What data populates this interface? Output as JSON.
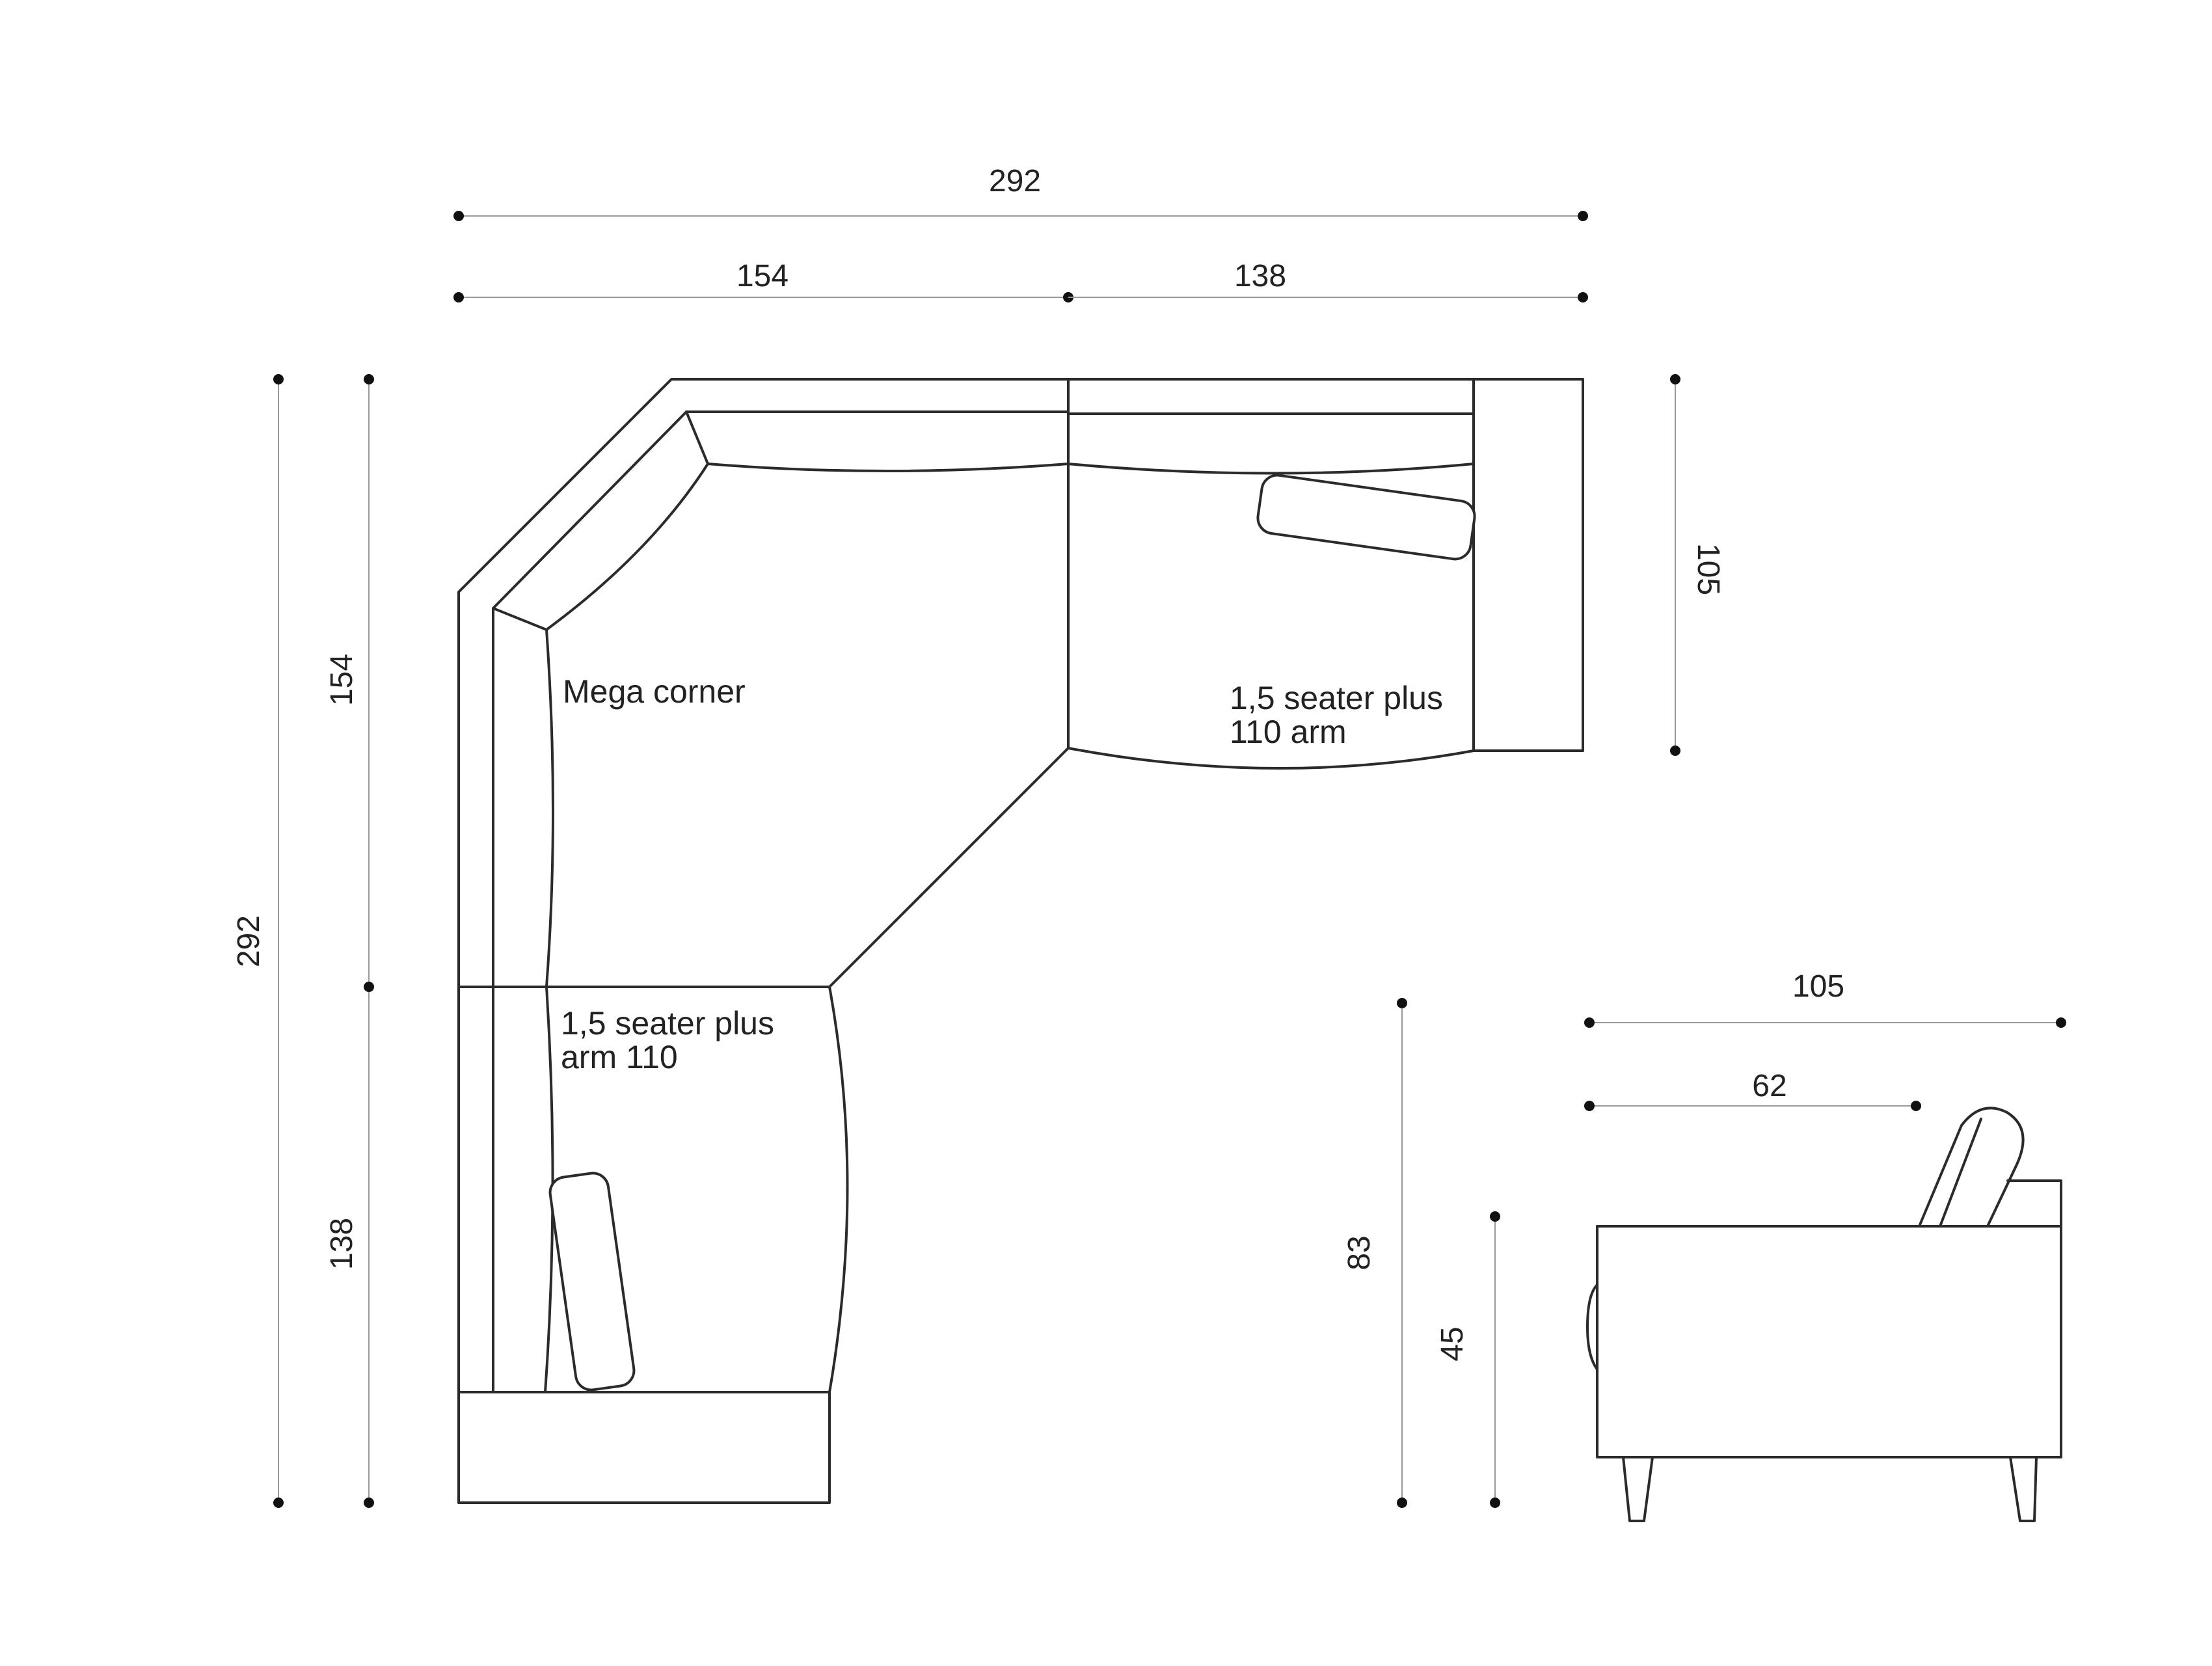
{
  "diagram": {
    "colors": {
      "outline": "#2b2b2b",
      "dimension_line": "#9a9a9a",
      "dot": "#111111",
      "text": "#222222"
    },
    "top_view": {
      "dimensions": {
        "total_width": "292",
        "corner_width": "154",
        "seater_width": "138",
        "total_height": "292",
        "corner_height": "154",
        "seater_height": "138",
        "depth": "105"
      },
      "modules": {
        "corner": "Mega corner",
        "right_seater_line1": "1,5 seater plus",
        "right_seater_line2": "110 arm",
        "bottom_seater_line1": "1,5 seater plus",
        "bottom_seater_line2": "arm 110"
      }
    },
    "side_view": {
      "dimensions": {
        "depth": "105",
        "seat_depth": "62",
        "height": "83",
        "seat_height": "45"
      }
    }
  }
}
